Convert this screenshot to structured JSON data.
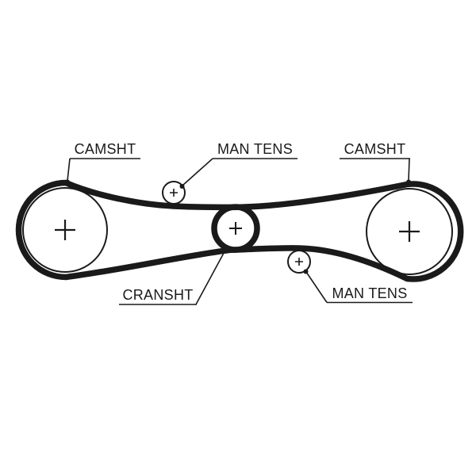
{
  "diagram": {
    "labels": {
      "camshaft_left": "CAMSHT",
      "man_tens_top": "MAN TENS",
      "camshaft_right": "CAMSHT",
      "crankshaft": "CRANSHT",
      "man_tens_bottom": "MAN TENS"
    },
    "icons": {
      "center_cross": "+"
    },
    "colors": {
      "line": "#1a1a1a",
      "background": "#ffffff"
    }
  }
}
